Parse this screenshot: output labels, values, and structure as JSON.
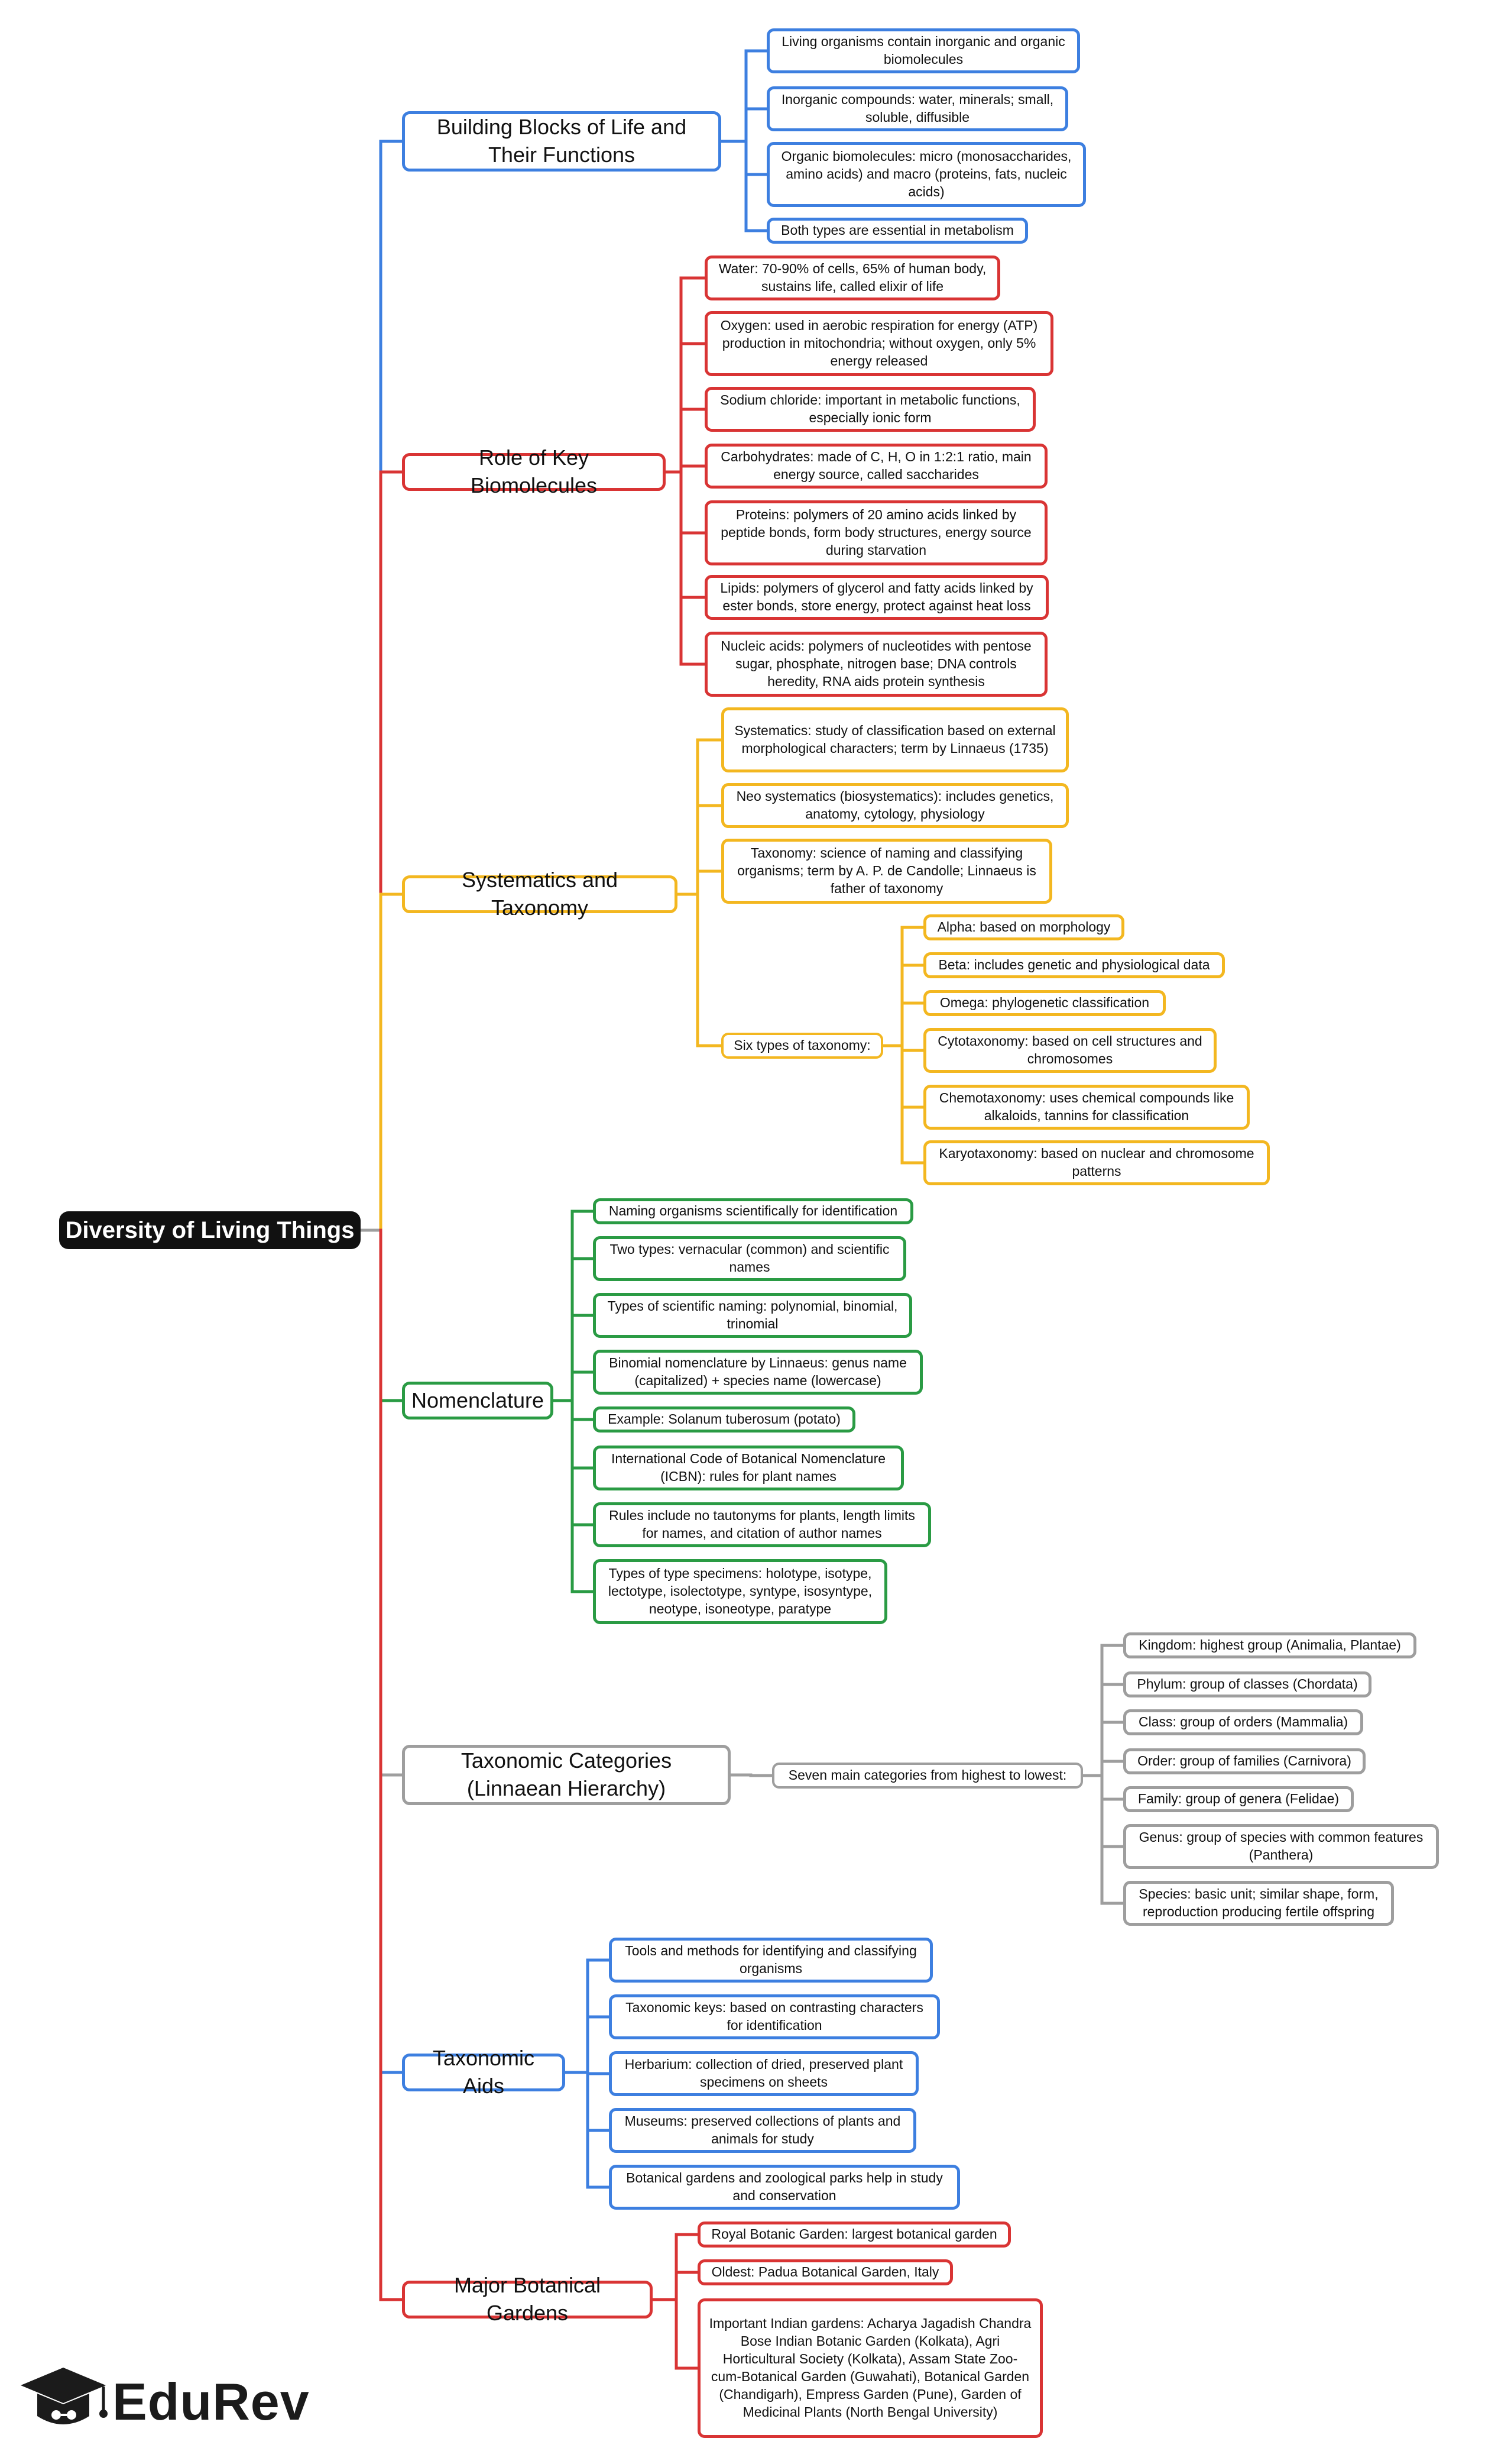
{
  "colors": {
    "blue": "#3d7fe0",
    "red": "#d93434",
    "yellow": "#f3b720",
    "green": "#2a9b44",
    "gray": "#9e9e9e",
    "root": "#111111"
  },
  "root": {
    "label": "Diversity of Living Things"
  },
  "branches": [
    {
      "label": "Building Blocks of Life and Their Functions",
      "color": "blue",
      "items": [
        "Living organisms contain inorganic and organic biomolecules",
        "Inorganic compounds: water, minerals; small, soluble, diffusible",
        "Organic biomolecules: micro (monosaccharides, amino acids) and macro (proteins, fats, nucleic acids)",
        "Both types are essential in metabolism"
      ]
    },
    {
      "label": "Role of Key Biomolecules",
      "color": "red",
      "items": [
        "Water: 70-90% of cells, 65% of human body, sustains life, called elixir of life",
        "Oxygen: used in aerobic respiration for energy (ATP) production in mitochondria; without oxygen, only 5% energy released",
        "Sodium chloride: important in metabolic functions, especially ionic form",
        "Carbohydrates: made of C, H, O in 1:2:1 ratio, main energy source, called saccharides",
        "Proteins: polymers of 20 amino acids linked by peptide bonds, form body structures, energy source during starvation",
        "Lipids: polymers of glycerol and fatty acids linked by ester bonds, store energy, protect against heat loss",
        "Nucleic acids: polymers of nucleotides with pentose sugar, phosphate, nitrogen base; DNA controls heredity, RNA aids protein synthesis"
      ]
    },
    {
      "label": "Systematics and Taxonomy",
      "color": "yellow",
      "items": [
        "Systematics: study of classification based on external morphological characters; term by Linnaeus (1735)",
        "Neo systematics (biosystematics): includes genetics, anatomy, cytology, physiology",
        "Taxonomy: science of naming and classifying organisms; term by A. P. de Candolle; Linnaeus is father of taxonomy"
      ],
      "sub": {
        "label": "Six types of taxonomy:",
        "items": [
          "Alpha: based on morphology",
          "Beta: includes genetic and physiological data",
          "Omega: phylogenetic classification",
          "Cytotaxonomy: based on cell structures and chromosomes",
          "Chemotaxonomy: uses chemical compounds like alkaloids, tannins for classification",
          "Karyotaxonomy: based on nuclear and chromosome patterns"
        ]
      }
    },
    {
      "label": "Nomenclature",
      "color": "green",
      "items": [
        "Naming organisms scientifically for identification",
        "Two types: vernacular (common) and scientific names",
        "Types of scientific naming: polynomial, binomial, trinomial",
        "Binomial nomenclature by Linnaeus: genus name (capitalized) + species name (lowercase)",
        "Example: Solanum tuberosum (potato)",
        "International Code of Botanical Nomenclature (ICBN): rules for plant names",
        "Rules include no tautonyms for plants, length limits for names, and citation of author names",
        "Types of type specimens: holotype, isotype, lectotype, isolectotype, syntype, isosyntype, neotype, isoneotype, paratype"
      ]
    },
    {
      "label": "Taxonomic Categories (Linnaean Hierarchy)",
      "color": "gray",
      "sub": {
        "label": "Seven main categories from highest to lowest:",
        "items": [
          "Kingdom: highest group (Animalia, Plantae)",
          "Phylum: group of classes (Chordata)",
          "Class: group of orders (Mammalia)",
          "Order: group of families (Carnivora)",
          "Family: group of genera (Felidae)",
          "Genus: group of species with common features (Panthera)",
          "Species: basic unit; similar shape, form, reproduction producing fertile offspring"
        ]
      }
    },
    {
      "label": "Taxonomic Aids",
      "color": "blue",
      "items": [
        "Tools and methods for identifying and classifying organisms",
        "Taxonomic keys: based on contrasting characters for identification",
        "Herbarium: collection of dried, preserved plant specimens on sheets",
        "Museums: preserved collections of plants and animals for study",
        "Botanical gardens and zoological parks help in study and conservation"
      ]
    },
    {
      "label": "Major Botanical Gardens",
      "color": "red",
      "items": [
        "Royal Botanic Garden: largest botanical garden",
        "Oldest: Padua Botanical Garden, Italy",
        "Important Indian gardens: Acharya Jagadish Chandra Bose Indian Botanic Garden (Kolkata), Agri Horticultural Society (Kolkata), Assam State Zoo-cum-Botanical Garden (Guwahati), Botanical Garden (Chandigarh), Empress Garden (Pune), Garden of Medicinal Plants (North Bengal University)"
      ]
    }
  ],
  "logo": {
    "brand": "EduRev",
    "icon": "graduation-cap-icon"
  }
}
